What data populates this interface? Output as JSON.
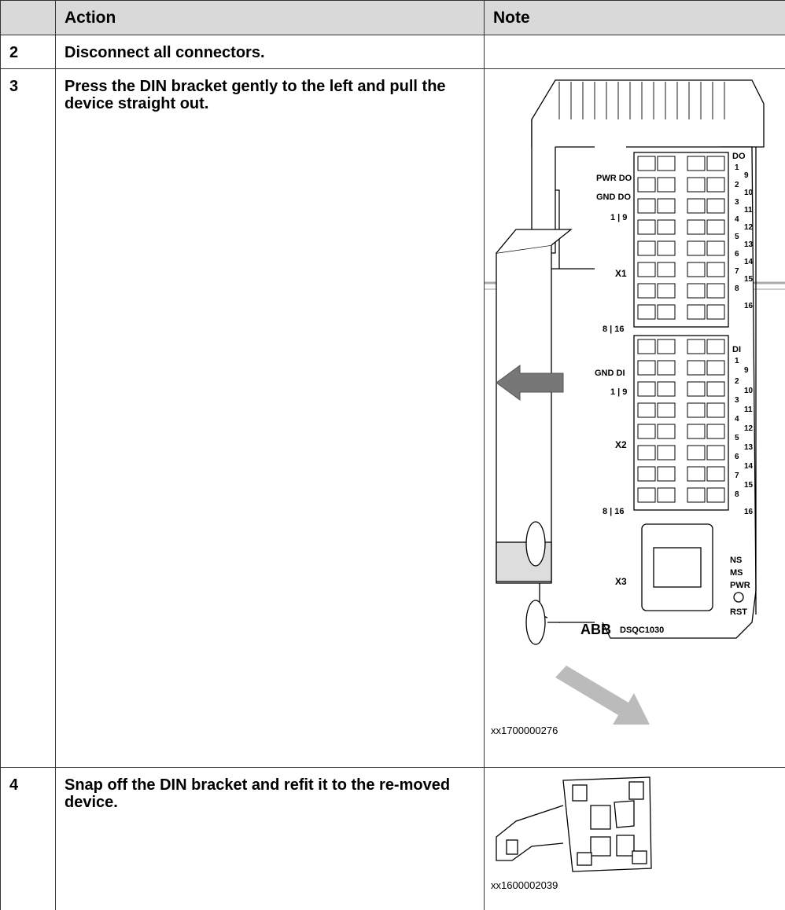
{
  "table": {
    "headers": {
      "step": "",
      "action": "Action",
      "note": "Note"
    },
    "rows": [
      {
        "step": "2",
        "action": "Disconnect all connectors.",
        "note": ""
      },
      {
        "step": "3",
        "action": "Press the DIN bracket gently to the left and pull the device straight out.",
        "note_figure_id": "xx1700000276"
      },
      {
        "step": "4",
        "action": "Snap off the DIN bracket and refit it to the re-moved device.",
        "note_figure_id": "xx1600002039"
      }
    ]
  },
  "device": {
    "brand": "ABB",
    "model": "DSQC1030",
    "section_do": "DO",
    "section_di": "DI",
    "pwr_do": "PWR DO",
    "gnd_do": "GND DO",
    "gnd_di": "GND DI",
    "pin_top": "1 | 9",
    "pin_bottom": "8 | 16",
    "x1": "X1",
    "x2": "X2",
    "x3": "X3",
    "status_ns": "NS",
    "status_ms": "MS",
    "status_pwr": "PWR",
    "reset": "RST",
    "channels": [
      "1",
      "9",
      "2",
      "10",
      "3",
      "11",
      "4",
      "12",
      "5",
      "13",
      "6",
      "14",
      "7",
      "15",
      "8",
      "16"
    ]
  },
  "colors": {
    "header_bg": "#d9d9d9",
    "grid": "#333333",
    "arrow_dark": "#777777",
    "arrow_light": "#bbbbbb"
  }
}
